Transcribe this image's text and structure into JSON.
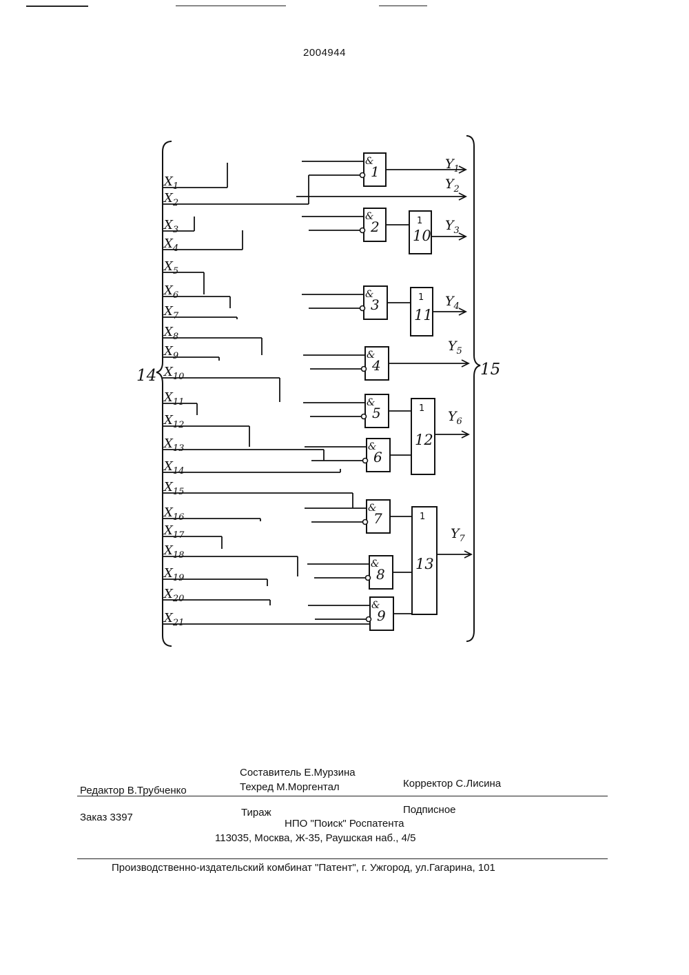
{
  "document": {
    "patent_number": "2004944"
  },
  "diagram": {
    "left_bus_label": "14",
    "right_bus_label": "15",
    "inputs": [
      "X1",
      "X2",
      "X3",
      "X4",
      "X5",
      "X6",
      "X7",
      "X8",
      "X9",
      "X10",
      "X11",
      "X12",
      "X13",
      "X14",
      "X15",
      "X16",
      "X17",
      "X18",
      "X19",
      "X20",
      "X21"
    ],
    "and_gates": [
      {
        "symbol": "&",
        "number": "1"
      },
      {
        "symbol": "&",
        "number": "2"
      },
      {
        "symbol": "&",
        "number": "3"
      },
      {
        "symbol": "&",
        "number": "4"
      },
      {
        "symbol": "&",
        "number": "5"
      },
      {
        "symbol": "&",
        "number": "6"
      },
      {
        "symbol": "&",
        "number": "7"
      },
      {
        "symbol": "&",
        "number": "8"
      },
      {
        "symbol": "&",
        "number": "9"
      }
    ],
    "or_gates": [
      {
        "symbol": "1",
        "number": "10"
      },
      {
        "symbol": "1",
        "number": "11"
      },
      {
        "symbol": "1",
        "number": "12"
      },
      {
        "symbol": "1",
        "number": "13"
      }
    ],
    "outputs": [
      "Y1",
      "Y2",
      "Y3",
      "Y4",
      "Y5",
      "Y6",
      "Y7"
    ]
  },
  "imprint": {
    "compiler": "Составитель  Е.Мурзина",
    "editor": "Редактор   В.Трубченко",
    "techred": "Техред М.Моргентал",
    "corrector": "Корректор  С.Лисина",
    "order": "Заказ  3397",
    "circulation": "Тираж",
    "subscription": "Подписное",
    "organization": "НПО  \"Поиск\" Роспатента",
    "address": "113035, Москва, Ж-35, Раушская наб., 4/5",
    "printer": "Производственно-издательский комбинат \"Патент\", г. Ужгород, ул.Гагарина, 101"
  }
}
